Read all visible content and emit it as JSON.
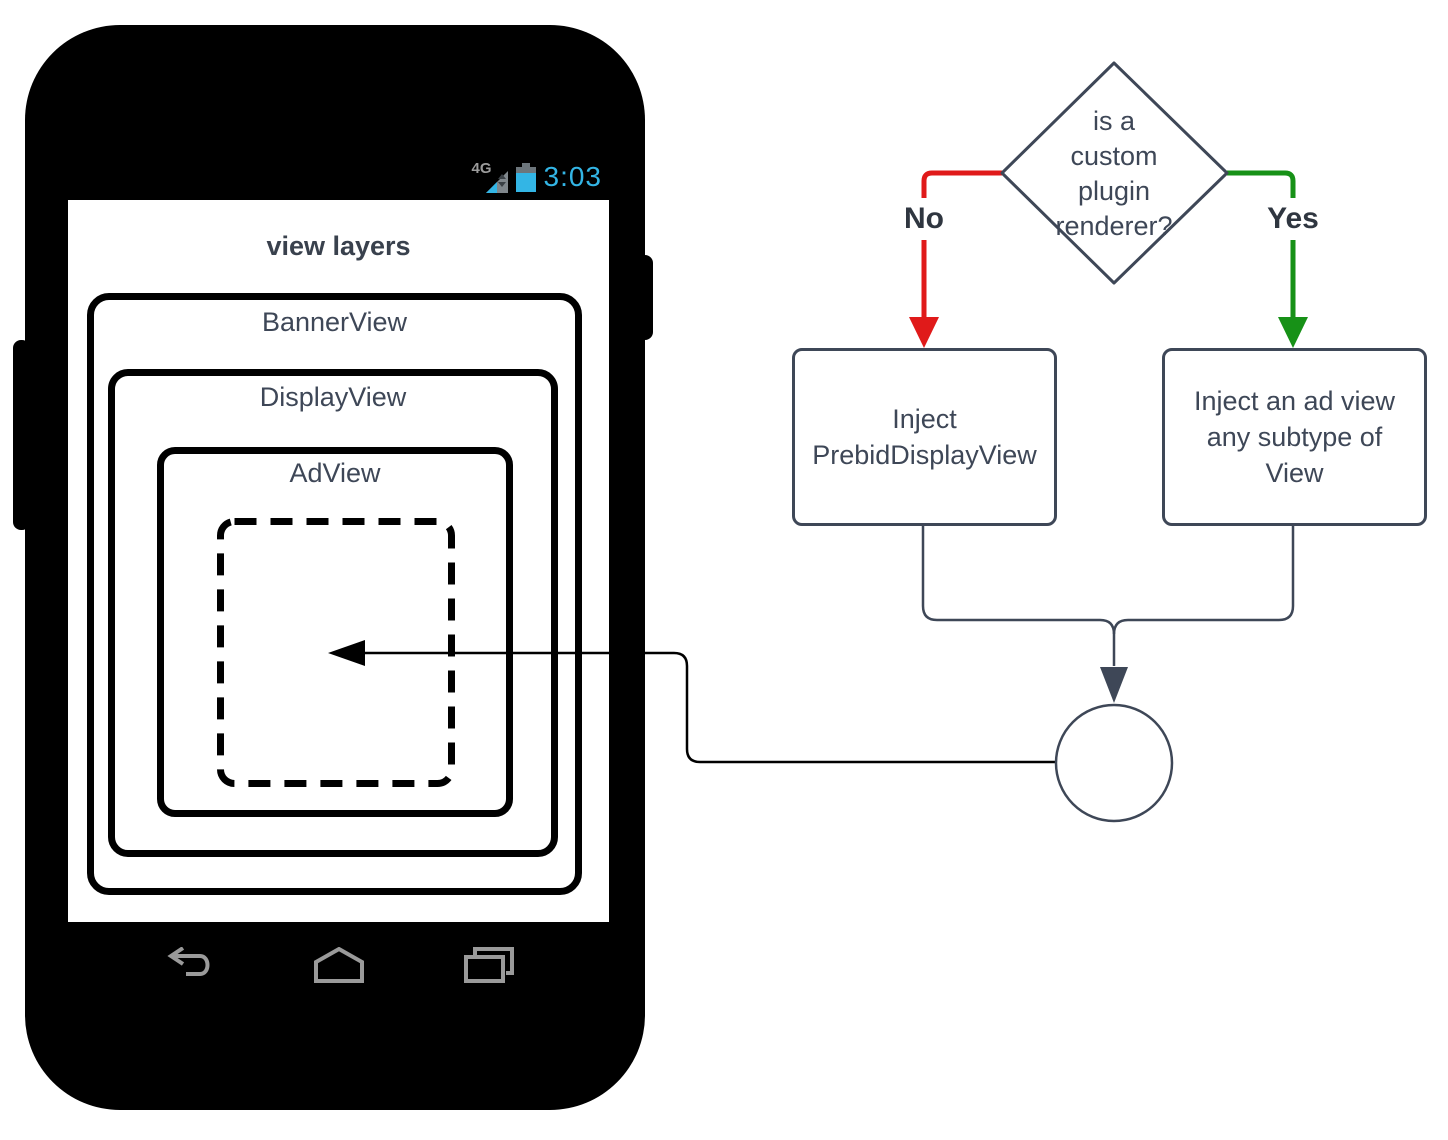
{
  "phone": {
    "status_bar": {
      "network_label": "4G",
      "time": "3:03"
    },
    "screen_title": "view layers",
    "layers": [
      {
        "label": "BannerView"
      },
      {
        "label": "DisplayView"
      },
      {
        "label": "AdView"
      }
    ]
  },
  "flowchart": {
    "decision_text": "is a\ncustom\nplugin\nrenderer?",
    "no_label": "No",
    "yes_label": "Yes",
    "no_box_text": "Inject\nPrebidDisplayView",
    "yes_box_text": "Inject an ad view\nany subtype of\nView"
  },
  "colors": {
    "no_red": "#e01a1a",
    "yes_green": "#179117",
    "stroke_slate": "#3e4757",
    "status_blue": "#33b5e5",
    "nav_gray": "#9a9a9a"
  }
}
